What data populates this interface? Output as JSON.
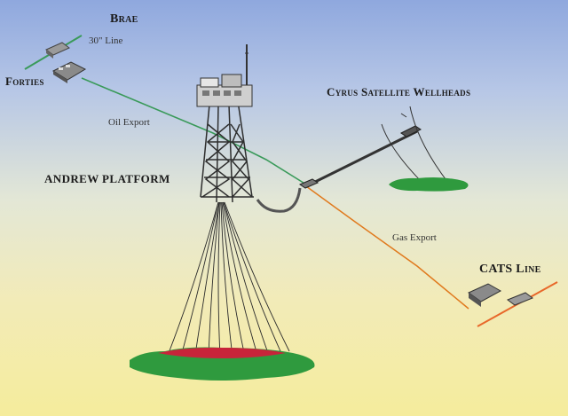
{
  "labels": {
    "brae": "Brae",
    "line_30": "30\" Line",
    "forties": "Forties",
    "oil_export": "Oil Export",
    "andrew_platform": "ANDREW PLATFORM",
    "cyrus": "Cyrus Satellite Wellheads",
    "gas_export": "Gas Export",
    "cats_line": "CATS Line"
  },
  "colors": {
    "oil_export_line": "#3a9a5a",
    "gas_export_line": "#e07a1e",
    "cats_pipeline": "#e8682a",
    "reservoir_green": "#2f9a3e",
    "reservoir_red": "#c8243a",
    "platform_structure": "#3a3a3a"
  }
}
